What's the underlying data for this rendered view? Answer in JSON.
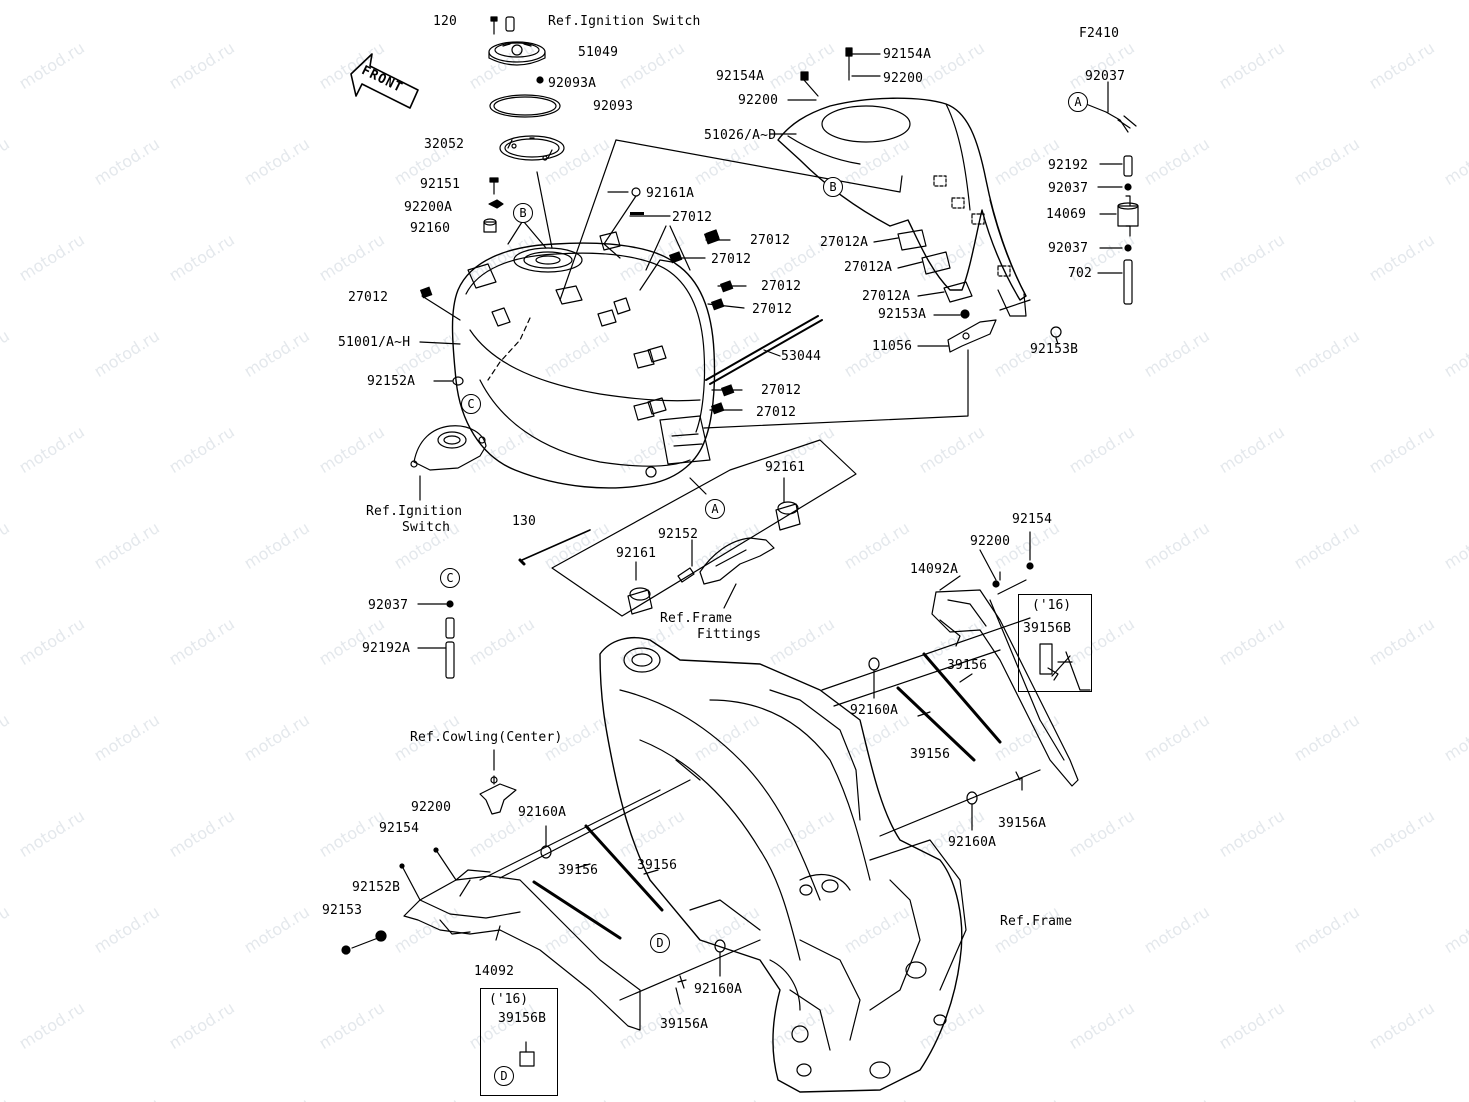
{
  "figure_code": "F2410",
  "front_label": "FRONT",
  "watermark_text": "motod.ru",
  "callouts": [
    "A",
    "B",
    "C",
    "D"
  ],
  "year_note": "('16)",
  "labels": {
    "p120": "120",
    "ref_ignition_switch_top": "Ref.Ignition Switch",
    "p51049": "51049",
    "p92093A": "92093A",
    "p92093": "92093",
    "p32052": "32052",
    "p92151": "92151",
    "p92200A": "92200A",
    "p92160": "92160",
    "p92161A": "92161A",
    "p27012_a": "27012",
    "p27012_b": "27012",
    "p27012_c": "27012",
    "p27012_d": "27012",
    "p27012_e": "27012",
    "p27012_f": "27012",
    "p27012_g": "27012",
    "p27012_h": "27012",
    "p51001": "51001/A~H",
    "p92152A": "92152A",
    "ref_ignition_switch_1": "Ref.Ignition",
    "ref_ignition_switch_2": "Switch",
    "p92154A_a": "92154A",
    "p92154A_b": "92154A",
    "p92200_a": "92200",
    "p92200_b": "92200",
    "p51026": "51026/A~D",
    "p27012A_a": "27012A",
    "p27012A_b": "27012A",
    "p27012A_c": "27012A",
    "p92153A": "92153A",
    "p11056": "11056",
    "p92153B": "92153B",
    "p53044": "53044",
    "p92037_a": "92037",
    "p92192": "92192",
    "p92037_b": "92037",
    "p14069": "14069",
    "p92037_c": "92037",
    "p702": "702",
    "p92161_a": "92161",
    "p130": "130",
    "p92152": "92152",
    "p92161_b": "92161",
    "ref_frame_fittings_1": "Ref.Frame",
    "ref_frame_fittings_2": "Fittings",
    "p92037_d": "92037",
    "p92192A": "92192A",
    "p92154_a": "92154",
    "p92200_c": "92200",
    "p14092A": "14092A",
    "p39156B_a": "39156B",
    "p39156_a": "39156",
    "p92160A_a": "92160A",
    "p39156_b": "39156",
    "ref_cowling_center": "Ref.Cowling(Center)",
    "p92200_d": "92200",
    "p92154_b": "92154",
    "p92160A_b": "92160A",
    "p92152B": "92152B",
    "p92153": "92153",
    "p39156_c": "39156",
    "p39156_d": "39156",
    "p14092": "14092",
    "p92160A_c": "92160A",
    "p39156A_a": "39156A",
    "p92160A_d": "92160A",
    "p39156A_b": "39156A",
    "ref_frame": "Ref.Frame",
    "p39156B_b": "39156B"
  }
}
